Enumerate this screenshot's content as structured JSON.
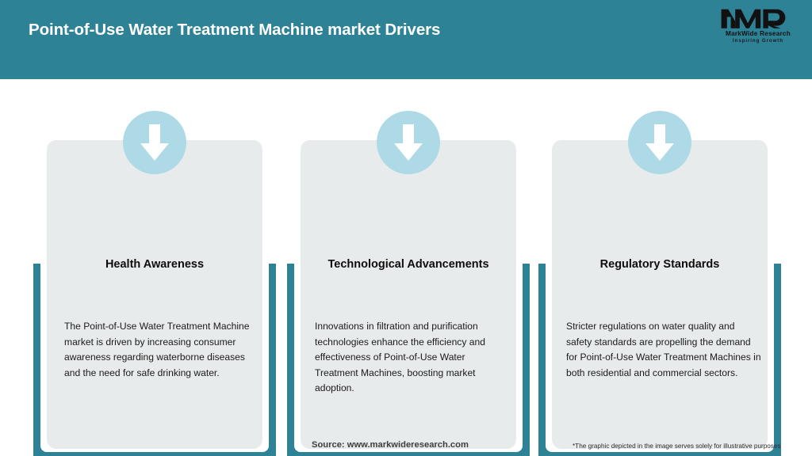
{
  "header": {
    "title": "Point-of-Use Water Treatment Machine market Drivers",
    "background_color": "#2e8296",
    "title_color": "#ffffff"
  },
  "logo": {
    "mark": "MWR",
    "name": "MarkWide Research",
    "tagline": "Inspiring Growth"
  },
  "theme": {
    "accent_teal": "#2e8296",
    "icon_circle_blue": "#aed9e6",
    "card_background": "#e8ebec",
    "page_background": "#ffffff"
  },
  "cards": [
    {
      "icon": "arrow-down-icon",
      "title": "Health Awareness",
      "body": "The Point-of-Use Water Treatment Machine market is driven by increasing consumer awareness regarding waterborne diseases and the need for safe drinking water."
    },
    {
      "icon": "arrow-down-icon",
      "title": "Technological Advancements",
      "body": "Innovations in filtration and purification technologies enhance the efficiency and effectiveness of Point-of-Use Water Treatment Machines, boosting market adoption."
    },
    {
      "icon": "arrow-down-icon",
      "title": "Regulatory Standards",
      "body": "Stricter regulations on water quality and safety standards are propelling the demand for Point-of-Use Water Treatment Machines in both residential and commercial sectors."
    }
  ],
  "footer": {
    "source": "Source: www.markwideresearch.com",
    "note": "*The graphic depicted in the image serves solely for illustrative purposes"
  }
}
